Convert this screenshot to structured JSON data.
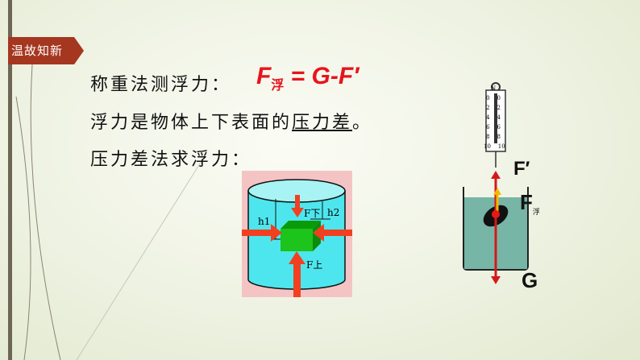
{
  "tag": "温故知新",
  "lines": {
    "weighing": "称重法测浮力：",
    "diff_prefix": "浮力是物体上下表面的",
    "diff_underlined": "压力差",
    "diff_suffix": "。",
    "diff_method": "压力差法求浮力："
  },
  "formula": {
    "f": "F",
    "sub": "浮",
    "rest": " = G-F′"
  },
  "cylinder": {
    "f_down": "F下",
    "f_up": "F上",
    "h1": "h1",
    "h2": "h2"
  },
  "scale": {
    "unit": "N",
    "ticks": [
      "0",
      "2",
      "4",
      "6",
      "8",
      "10"
    ]
  },
  "beaker": {
    "f_prime": "F′",
    "f_buoy": "F",
    "f_buoy_sub": "浮",
    "g": "G"
  },
  "colors": {
    "tag": "#a5361f",
    "formula": "#e8141c",
    "water": "#4ee6ee",
    "block": "#1cc41c",
    "arrow": "#f04020"
  }
}
